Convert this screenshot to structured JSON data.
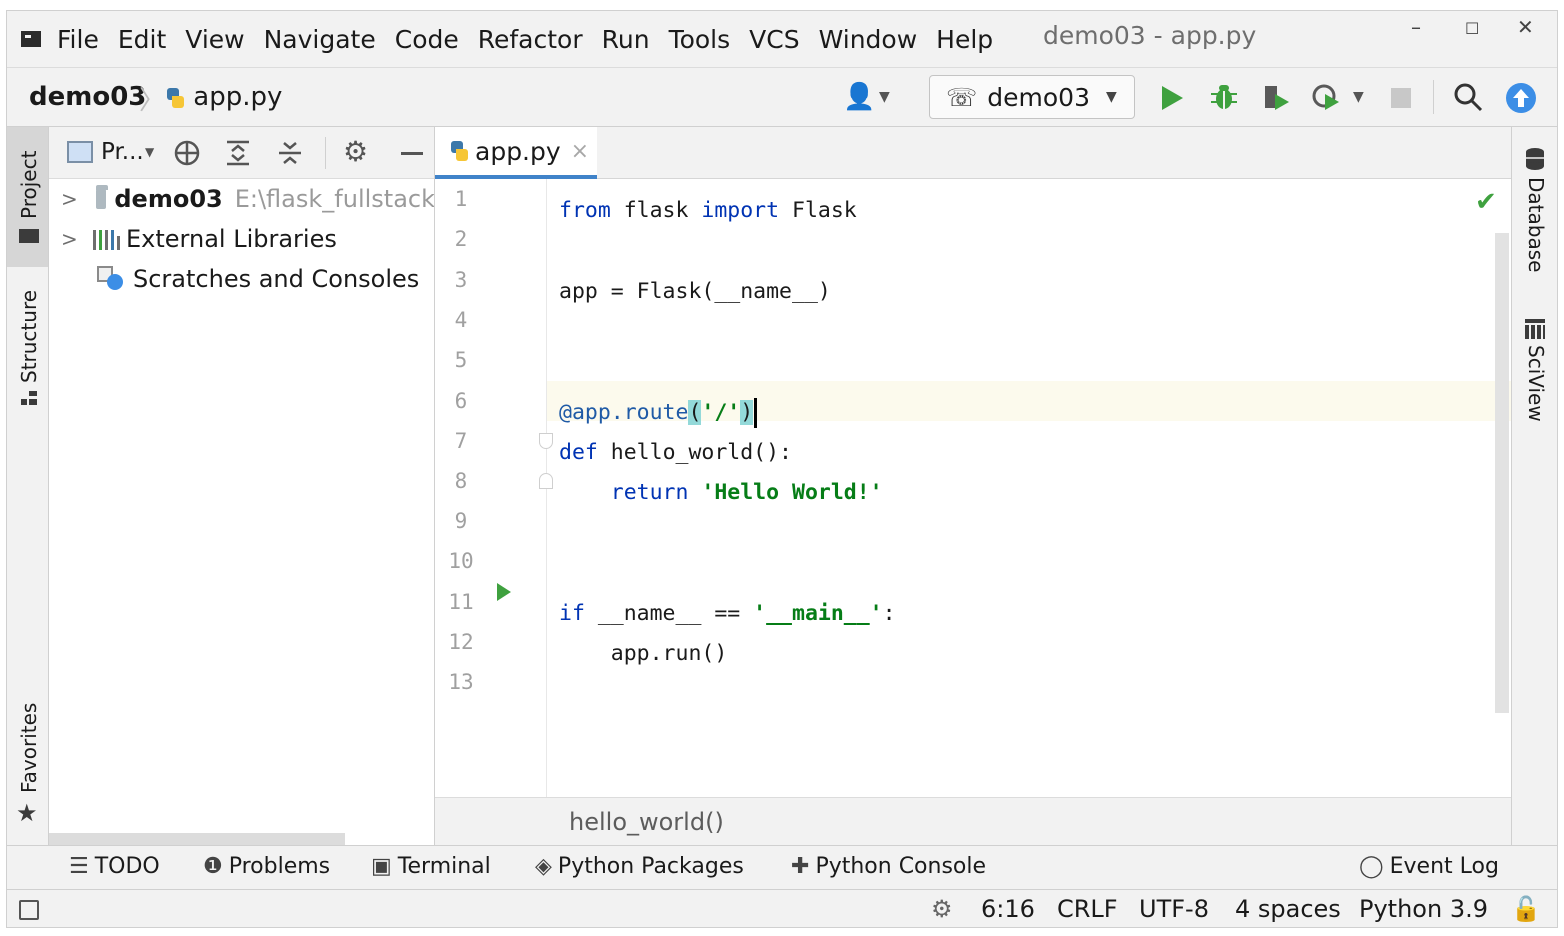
{
  "menubar": {
    "items": [
      "File",
      "Edit",
      "View",
      "Navigate",
      "Code",
      "Refactor",
      "Run",
      "Tools",
      "VCS",
      "Window",
      "Help"
    ],
    "title": "demo03 - app.py",
    "minimize": "–",
    "maximize": "☐",
    "close": "✕"
  },
  "navbar": {
    "project": "demo03",
    "file": "app.py",
    "run_config": "demo03",
    "icons": [
      "user-icon",
      "run-icon",
      "debug-icon",
      "coverage-icon",
      "profile-icon",
      "stop-icon",
      "search-icon",
      "update-icon"
    ]
  },
  "leftstrip": {
    "project": "Project",
    "structure": "Structure",
    "favorites": "Favorites"
  },
  "rightstrip": {
    "database": "Database",
    "sciview": "SciView"
  },
  "project_panel": {
    "view_label": "Pr...",
    "tree": [
      {
        "name": "demo03",
        "path": "E:\\flask_fullstack",
        "expandable": true
      },
      {
        "name": "External Libraries",
        "expandable": true
      },
      {
        "name": "Scratches and Consoles",
        "expandable": false
      }
    ]
  },
  "editor": {
    "tab": "app.py",
    "tab_close": "×",
    "line_numbers": [
      "1",
      "2",
      "3",
      "4",
      "5",
      "6",
      "7",
      "8",
      "9",
      "10",
      "11",
      "12",
      "13"
    ],
    "code": {
      "l1_from": "from",
      "l1_mod": " flask ",
      "l1_import": "import",
      "l1_name": " Flask",
      "l3": "app = Flask(__name__)",
      "l6_dec": "@app.route",
      "l6_open": "(",
      "l6_str": "'/'",
      "l6_close": ")",
      "l7_def": "def",
      "l7_rest": " hello_world():",
      "l8_indent": "    ",
      "l8_ret": "return",
      "l8_str": " 'Hello World!'",
      "l11_if": "if",
      "l11_mid": " __name__ == ",
      "l11_str": "'__main__'",
      "l11_end": ":",
      "l12": "    app.run()"
    },
    "breadcrumb": "hello_world()"
  },
  "tool_windows": {
    "todo": "TODO",
    "problems": "Problems",
    "terminal": "Terminal",
    "packages": "Python Packages",
    "console": "Python Console",
    "event_log": "Event Log"
  },
  "statusbar": {
    "position": "6:16",
    "line_sep": "CRLF",
    "encoding": "UTF-8",
    "indent": "4 spaces",
    "interpreter": "Python 3.9"
  }
}
